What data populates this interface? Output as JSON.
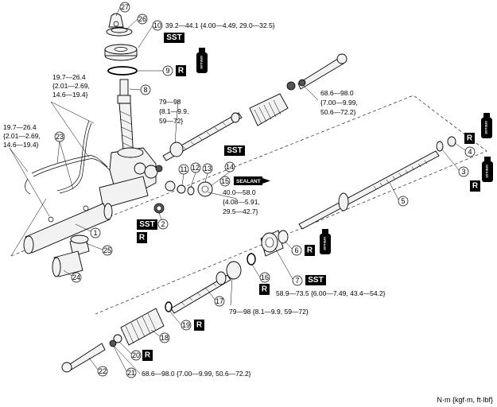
{
  "torques": {
    "t10": "39.2—44.1 {4.00—4.49, 29.0—32.5}",
    "upper_left_1": "19.7—26.4",
    "upper_left_2": "{2.01—2.69,",
    "upper_left_3": "14.6—19.4}",
    "left_1": "19.7—26.4",
    "left_2": "{2.01—2.69,",
    "left_3": "14.6—19.4}",
    "inner_tie_1": "79—98",
    "inner_tie_2": "{8.1—9.9,",
    "inner_tie_3": "59—72}",
    "outer_tie_1": "68.6—98.0",
    "outer_tie_2": "{7.00—9.99,",
    "outer_tie_3": "50.6—72.2}",
    "t15_1": "40.0—58.0",
    "t15_2": "{4.08—5.91,",
    "t15_3": "29.5—42.7}",
    "t7": "58.9—73.5 {6.00—7.49, 43.4—54.2}",
    "t17": "79—98 {8.1—9.9, 59—72}",
    "t21": "68.6—98.0 {7.00—9.99, 50.6—72.2}"
  },
  "badges": {
    "sst": "SST",
    "replace": "R",
    "sealant": "SEALANT",
    "grease": "GREASE"
  },
  "parts": {
    "p1": "1",
    "p2": "2",
    "p3": "3",
    "p4": "4",
    "p5": "5",
    "p6": "6",
    "p7": "7",
    "p8": "8",
    "p9": "9",
    "p10": "10",
    "p11": "11",
    "p12": "12",
    "p13": "13",
    "p14": "14",
    "p15": "15",
    "p16": "16",
    "p17": "17",
    "p18": "18",
    "p19": "19",
    "p20": "20",
    "p21": "21",
    "p22": "22",
    "p23": "23",
    "p24": "24",
    "p25": "25",
    "p26": "26",
    "p27": "27"
  },
  "unit_note": "N·m {kgf·m, ft·lbf}"
}
